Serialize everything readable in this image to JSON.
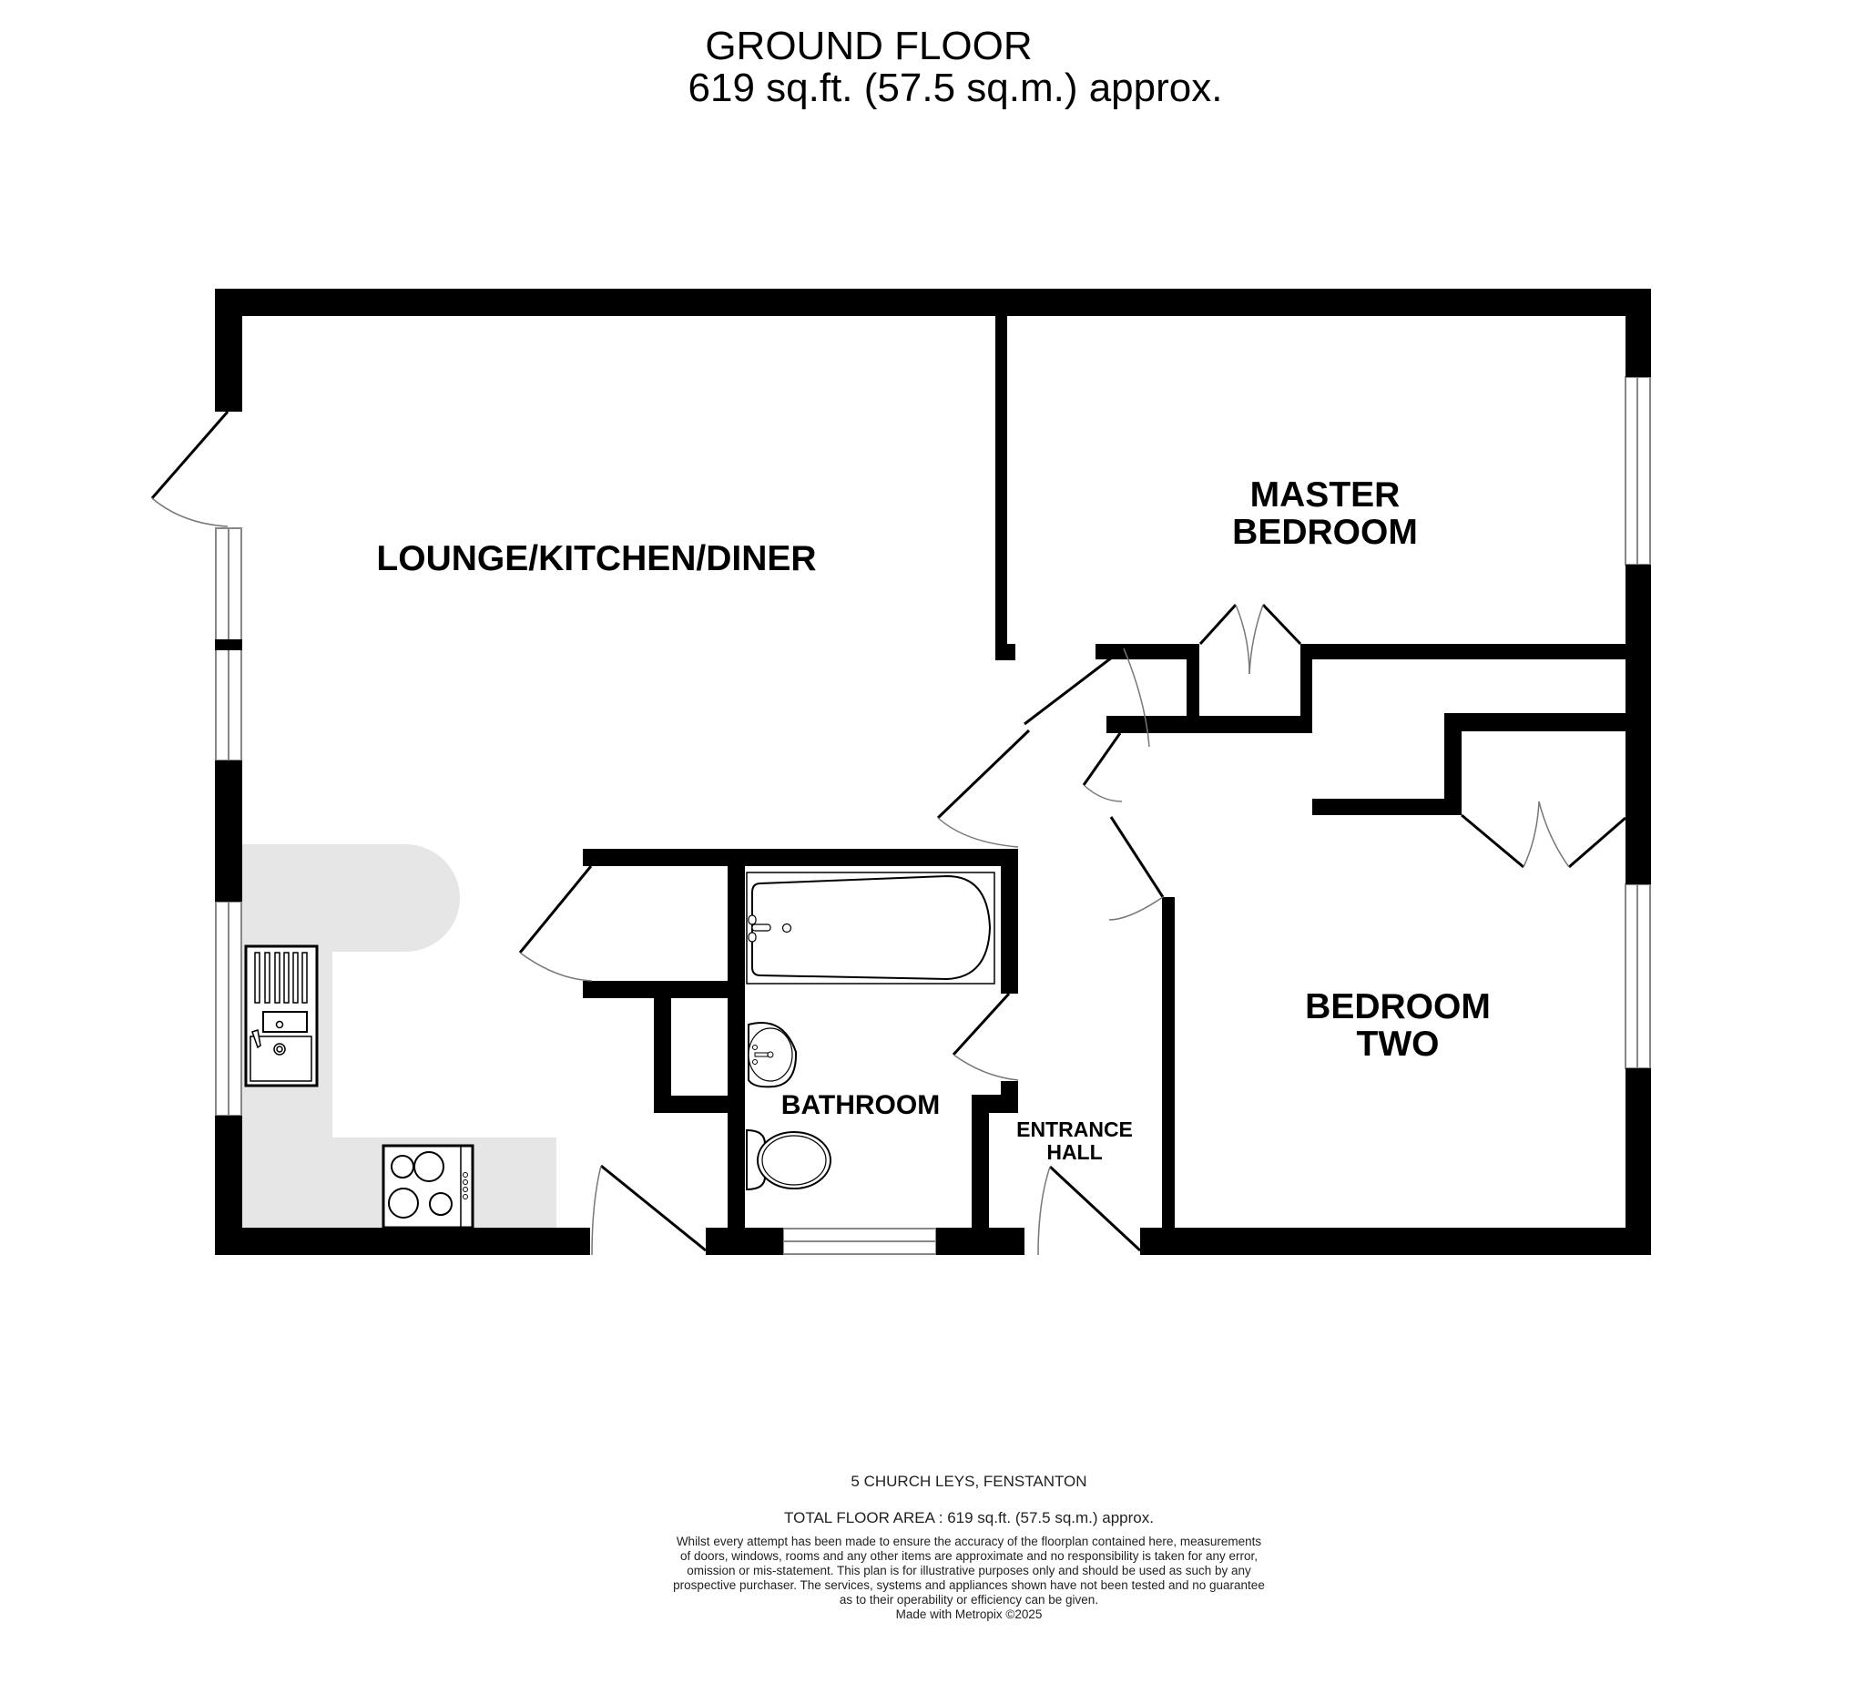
{
  "header": {
    "floor_title": "GROUND FLOOR",
    "floor_area": "619 sq.ft. (57.5 sq.m.) approx."
  },
  "rooms": [
    {
      "id": "lounge",
      "label": "LOUNGE/KITCHEN/DINER"
    },
    {
      "id": "master",
      "label_line1": "MASTER",
      "label_line2": "BEDROOM"
    },
    {
      "id": "bedroom2",
      "label_line1": "BEDROOM",
      "label_line2": "TWO"
    },
    {
      "id": "bathroom",
      "label": "BATHROOM"
    },
    {
      "id": "hall",
      "label_line1": "ENTRANCE",
      "label_line2": "HALL"
    }
  ],
  "fixtures": [
    "kitchen-counter",
    "kitchen-sink",
    "hob",
    "bath",
    "wash-basin",
    "toilet"
  ],
  "colors": {
    "wall": "#000000",
    "counter": "#e6e6e6",
    "window": "#888888",
    "background": "#ffffff"
  },
  "footer": {
    "address": "5 CHURCH LEYS, FENSTANTON",
    "total_area": "TOTAL FLOOR AREA : 619 sq.ft. (57.5 sq.m.) approx.",
    "disclaimer_lines": [
      "Whilst every attempt has been made to ensure the accuracy of the floorplan contained here, measurements",
      "of doors, windows, rooms and any other items are approximate and no responsibility is taken for any error,",
      "omission or mis-statement. This plan is for illustrative purposes only and should be used as such by any",
      "prospective purchaser. The services, systems and appliances shown have not been tested and no guarantee",
      "as to their operability or efficiency can be given."
    ],
    "made_with": "Made with Metropix ©2025"
  }
}
